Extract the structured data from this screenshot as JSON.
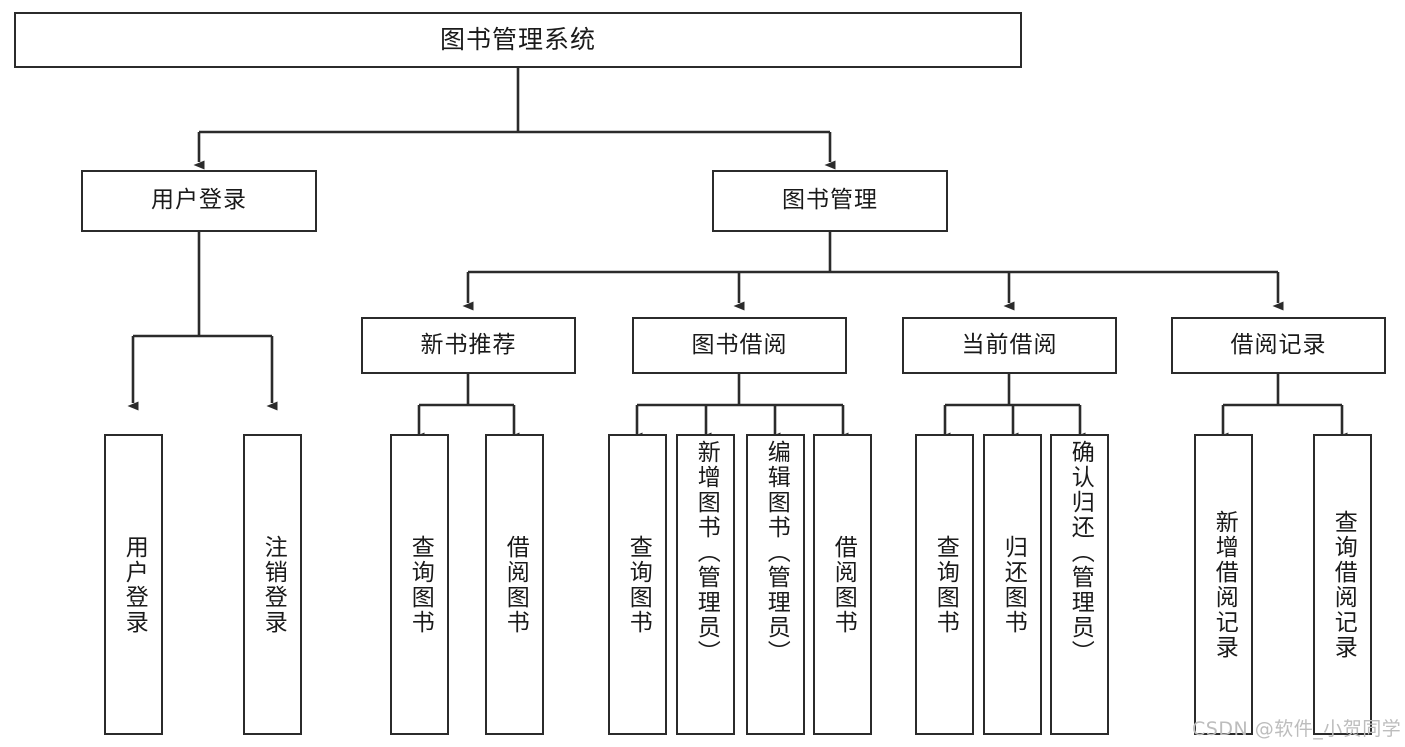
{
  "diagram": {
    "title": "图书管理系统",
    "type": "tree-hierarchy-chart",
    "root": {
      "label": "图书管理系统"
    },
    "level2": [
      {
        "label": "用户登录"
      },
      {
        "label": "图书管理"
      }
    ],
    "level3": [
      {
        "label": "新书推荐"
      },
      {
        "label": "图书借阅"
      },
      {
        "label": "当前借阅"
      },
      {
        "label": "借阅记录"
      }
    ],
    "leaves": {
      "user_login": [
        {
          "label": "用户登录"
        },
        {
          "label": "注销登录"
        }
      ],
      "new_book_recommend": [
        {
          "label": "查询图书"
        },
        {
          "label": "借阅图书"
        }
      ],
      "book_borrow": [
        {
          "label": "查询图书"
        },
        {
          "label": "新增图书（管理员）"
        },
        {
          "label": "编辑图书（管理员）"
        },
        {
          "label": "借阅图书"
        }
      ],
      "current_borrow": [
        {
          "label": "查询图书"
        },
        {
          "label": "归还图书"
        },
        {
          "label": "确认归还（管理员）"
        }
      ],
      "borrow_record": [
        {
          "label": "新增借阅记录"
        },
        {
          "label": "查询借阅记录"
        }
      ]
    }
  },
  "watermark": {
    "text": "CSDN @软件_小贺同学"
  },
  "colors": {
    "stroke": "#2b2b2b",
    "background": "#ffffff",
    "text": "#1a1a1a",
    "watermark": "#bdbdbd"
  }
}
